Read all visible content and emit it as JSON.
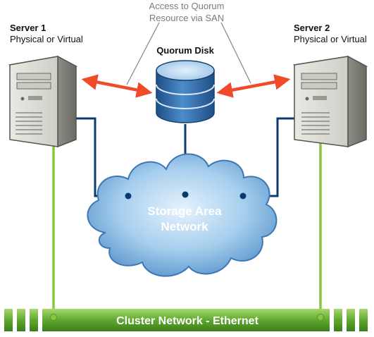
{
  "san_access_label": {
    "line1": "Access to Quorum",
    "line2": "Resource via SAN"
  },
  "server1": {
    "title": "Server 1",
    "subtitle": "Physical or Virtual"
  },
  "server2": {
    "title": "Server 2",
    "subtitle": "Physical or Virtual"
  },
  "quorum_disk": {
    "label": "Quorum Disk"
  },
  "san_cloud": {
    "line1": "Storage Area",
    "line2": "Network"
  },
  "cluster_network": {
    "label": "Cluster Network - Ethernet"
  },
  "colors": {
    "arrow": "#f04a2a",
    "san_link": "#0b3a6e",
    "ethernet_link": "#8cc63f",
    "cloud_fill": "#9ec8ea",
    "disk_fill": "#3c78b4",
    "ethernet_bar": "#4e9a2a"
  }
}
